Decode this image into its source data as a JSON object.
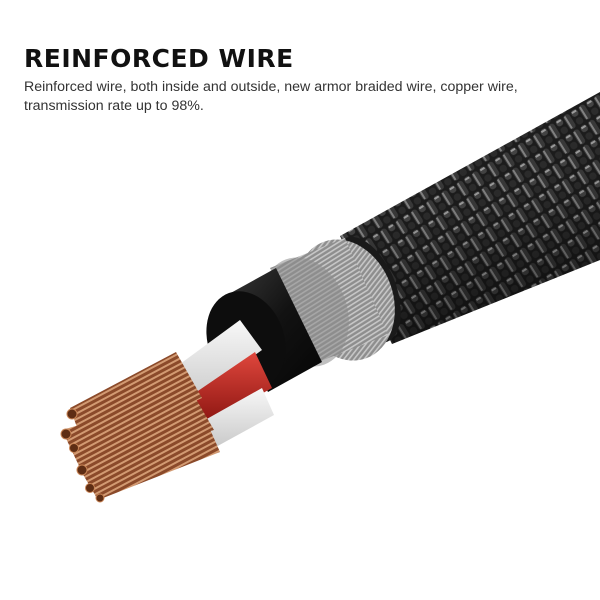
{
  "heading": "REINFORCED WIRE",
  "description": "Reinforced wire, both inside and outside, new armor braided wire, copper wire, transmission rate up to 98%.",
  "illustration": {
    "subject": "braided cable cross-section",
    "colors": {
      "braid": "#2b2b2b",
      "braid_highlight": "#b8b8b8",
      "shield": "#9a9a9a",
      "jacket": "#151515",
      "insulation_white": "#eeeeee",
      "insulation_red": "#c0221a",
      "copper": "#a4643f"
    }
  }
}
